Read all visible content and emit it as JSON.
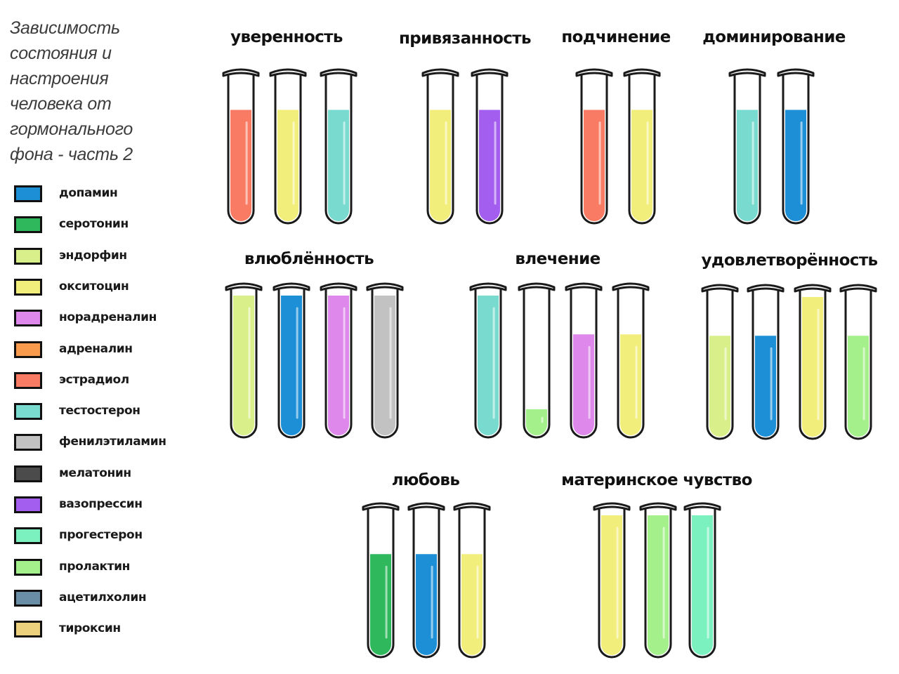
{
  "title": {
    "lines": [
      "Зависимость",
      "состояния и",
      "настроения",
      "человека от",
      "гормонального",
      "фона - часть 2"
    ]
  },
  "legend": [
    {
      "label": "допамин",
      "color": "#1c8fd6"
    },
    {
      "label": "серотонин",
      "color": "#2fb85c"
    },
    {
      "label": "эндорфин",
      "color": "#d9f08a"
    },
    {
      "label": "окситоцин",
      "color": "#f2ee7c"
    },
    {
      "label": "норадреналин",
      "color": "#dd88ea"
    },
    {
      "label": "адреналин",
      "color": "#f99b4c"
    },
    {
      "label": "эстрадиол",
      "color": "#fa7b64"
    },
    {
      "label": "тестостерон",
      "color": "#79dbd0"
    },
    {
      "label": "фенилэтиламин",
      "color": "#c2c2c2"
    },
    {
      "label": "мелатонин",
      "color": "#4b4b4b"
    },
    {
      "label": "вазопрессин",
      "color": "#a35ef0"
    },
    {
      "label": "прогестерон",
      "color": "#7bf1c0"
    },
    {
      "label": "пролактин",
      "color": "#a4f08a"
    },
    {
      "label": "ацетилхолин",
      "color": "#6a8ea5"
    },
    {
      "label": "тироксин",
      "color": "#ecd07e"
    }
  ],
  "groups": [
    {
      "label": "уверенность",
      "tubes": [
        {
          "hormone": "эстрадиол",
          "level": 0.78
        },
        {
          "hormone": "окситоцин",
          "level": 0.78
        },
        {
          "hormone": "тестостерон",
          "level": 0.78
        }
      ]
    },
    {
      "label": "привязанность",
      "tubes": [
        {
          "hormone": "окситоцин",
          "level": 0.78
        },
        {
          "hormone": "вазопрессин",
          "level": 0.78
        }
      ]
    },
    {
      "label": "подчинение",
      "tubes": [
        {
          "hormone": "эстрадиол",
          "level": 0.78
        },
        {
          "hormone": "окситоцин",
          "level": 0.78
        }
      ]
    },
    {
      "label": "доминирование",
      "tubes": [
        {
          "hormone": "тестостерон",
          "level": 0.78
        },
        {
          "hormone": "допамин",
          "level": 0.78
        }
      ]
    },
    {
      "label": "влюблённость",
      "tubes": [
        {
          "hormone": "эндорфин",
          "level": 1.0
        },
        {
          "hormone": "допамин",
          "level": 1.0
        },
        {
          "hormone": "норадреналин",
          "level": 1.0
        },
        {
          "hormone": "фенилэтиламин",
          "level": 1.0
        }
      ]
    },
    {
      "label": "влечение",
      "tubes": [
        {
          "hormone": "тестостерон",
          "level": 1.0
        },
        {
          "hormone": "пролактин",
          "level": 0.12
        },
        {
          "hormone": "норадреналин",
          "level": 0.7
        },
        {
          "hormone": "окситоцин",
          "level": 0.7
        }
      ]
    },
    {
      "label": "удовлетворённость",
      "tubes": [
        {
          "hormone": "эндорфин",
          "level": 0.7
        },
        {
          "hormone": "допамин",
          "level": 0.7
        },
        {
          "hormone": "окситоцин",
          "level": 1.0
        },
        {
          "hormone": "пролактин",
          "level": 0.7
        }
      ]
    },
    {
      "label": "любовь",
      "tubes": [
        {
          "hormone": "серотонин",
          "level": 0.7
        },
        {
          "hormone": "допамин",
          "level": 0.7
        },
        {
          "hormone": "окситоцин",
          "level": 0.7
        }
      ]
    },
    {
      "label": "материнское чувство",
      "tubes": [
        {
          "hormone": "окситоцин",
          "level": 1.0
        },
        {
          "hormone": "пролактин",
          "level": 1.0
        },
        {
          "hormone": "прогестерон",
          "level": 1.0
        }
      ]
    }
  ]
}
